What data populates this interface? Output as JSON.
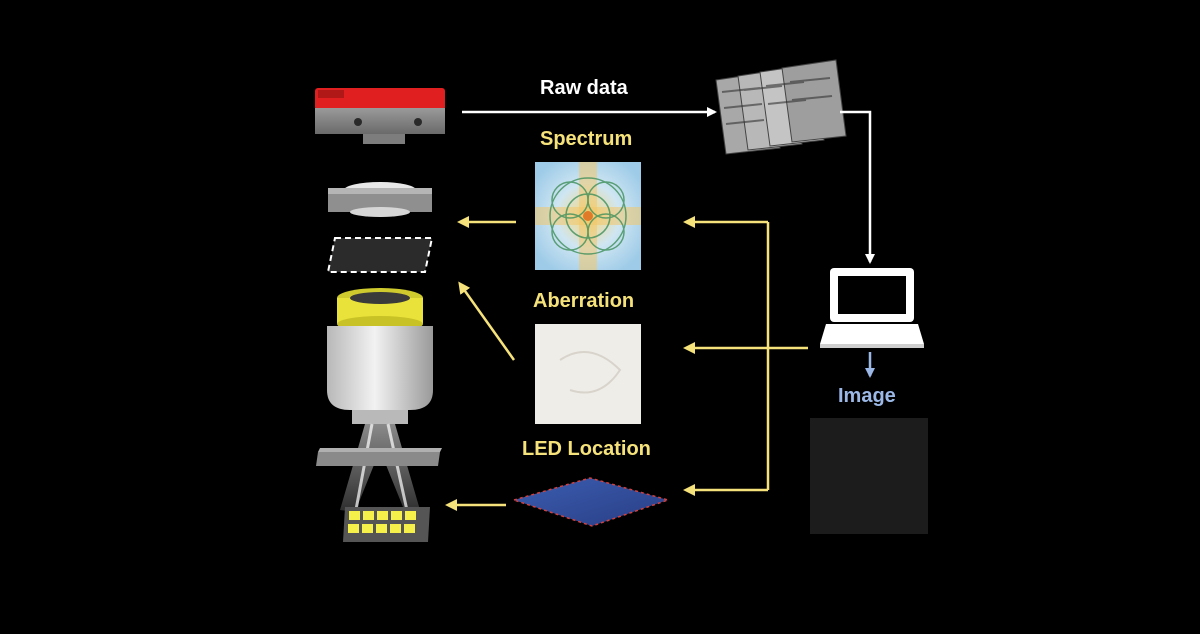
{
  "diagram": {
    "labels": {
      "raw_data": "Raw data",
      "spectrum": "Spectrum",
      "aberration": "Aberration",
      "led_location": "LED Location",
      "image": "Image"
    },
    "components": [
      "camera",
      "tube-lens",
      "pupil-plane",
      "objective-lens",
      "sample-slide",
      "led-array",
      "raw-image-stack",
      "laptop",
      "reconstructed-image"
    ],
    "colors": {
      "background": "#000000",
      "arrow_white": "#ffffff",
      "arrow_yellow": "#f5e27a",
      "label_yellow": "#f5e27a",
      "label_blue": "#9bb8e6",
      "camera_red": "#e02020",
      "objective_yellow": "#e9e23a"
    }
  }
}
